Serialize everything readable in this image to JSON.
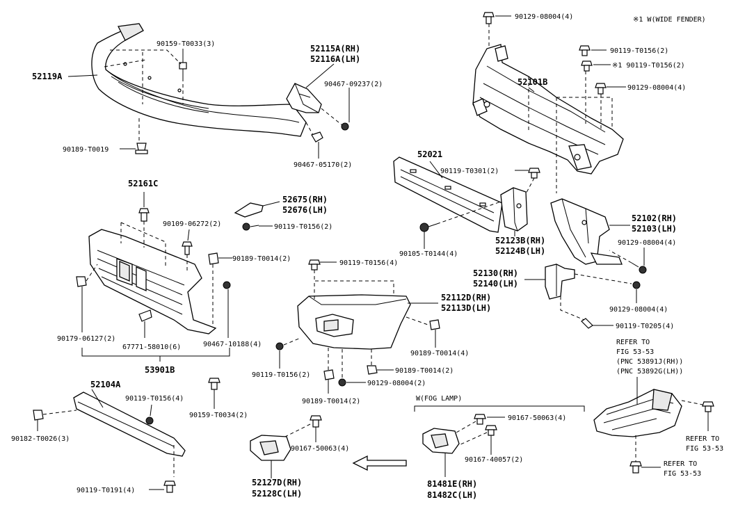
{
  "diagram_id": "53-53",
  "top_note": "※1 W(WIDE FENDER)",
  "section_fog": "W(FOG LAMP)",
  "labels": {
    "p52119A": "52119A",
    "p90159_T0033": "90159-T0033(3)",
    "p52115A": "52115A(RH)",
    "p52116A": "52116A(LH)",
    "p90467_09237": "90467-09237(2)",
    "p90189_T0019": "90189-T0019",
    "p90467_05170": "90467-05170(2)",
    "p90129_08004_a": "90129-08004(4)",
    "p90119_T0156_a": "90119-T0156(2)",
    "p90119_T0156_b": "※1 90119-T0156(2)",
    "p52101B": "52101B",
    "p90129_08004_b": "90129-08004(4)",
    "p52021": "52021",
    "p90119_T0301": "90119-T0301(2)",
    "p52161C": "52161C",
    "p52675": "52675(RH)",
    "p52676": "52676(LH)",
    "p90109_06272": "90109-06272(2)",
    "p90119_T0156_c": "90119-T0156(2)",
    "p90105_T0144": "90105-T0144(4)",
    "p52123B": "52123B(RH)",
    "p52124B": "52124B(LH)",
    "p52102": "52102(RH)",
    "p52103": "52103(LH)",
    "p90129_08004_c": "90129-08004(4)",
    "p90189_T0014_a": "90189-T0014(2)",
    "p90119_T0156_d": "90119-T0156(4)",
    "p52130": "52130(RH)",
    "p52140": "52140(LH)",
    "p52112D": "52112D(RH)",
    "p52113D": "52113D(LH)",
    "p90129_08004_d": "90129-08004(4)",
    "p90179_06127": "90179-06127(2)",
    "p67771_58010": "67771-58010(6)",
    "p90467_10188": "90467-10188(4)",
    "p90189_T0014_b": "90189-T0014(4)",
    "p90119_T0205": "90119-T0205(4)",
    "p53901B": "53901B",
    "p90119_T0156_e": "90119-T0156(2)",
    "p90189_T0014_c": "90189-T0014(2)",
    "p90129_08004_e": "90129-08004(2)",
    "p90189_T0014_d": "90189-T0014(2)",
    "p52104A": "52104A",
    "p90119_T0156_f": "90119-T0156(4)",
    "p90159_T0034": "90159-T0034(2)",
    "p90182_T0026": "90182-T0026(3)",
    "p90167_50063_a": "90167-50063(4)",
    "p90167_50063_b": "90167-50063(4)",
    "p90167_40057": "90167-40057(2)",
    "p52127D": "52127D(RH)",
    "p52128C": "52128C(LH)",
    "p81481E": "81481E(RH)",
    "p81482C": "81482C(LH)",
    "p90119_T0191": "90119-T0191(4)"
  },
  "refer_notes": {
    "r1_line1": "REFER TO",
    "r1_line2": "FIG 53-53",
    "r1_line3": "(PNC 53891J(RH))",
    "r1_line4": "(PNC 53892G(LH))",
    "r2_line1": "REFER TO",
    "r2_line2": "FIG 53-53",
    "r3_line1": "REFER TO",
    "r3_line2": "FIG 53-53"
  }
}
